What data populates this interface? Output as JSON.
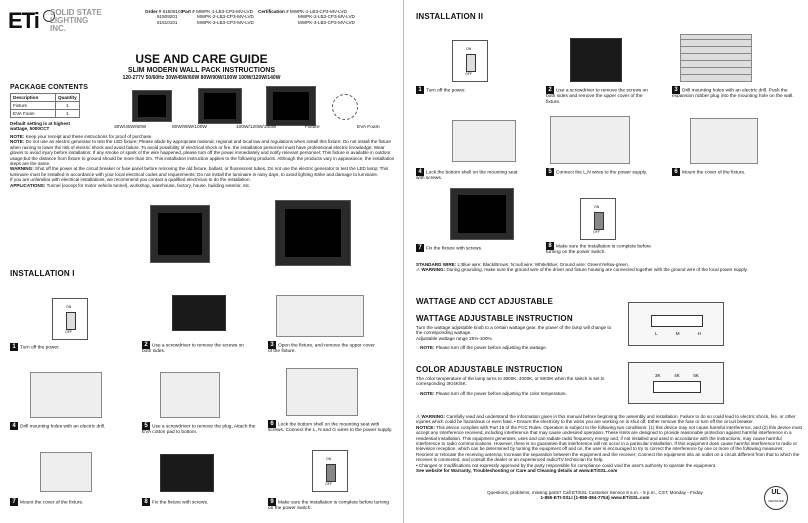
{
  "brand": {
    "logo": "ETi",
    "name_line1": "SOLID STATE",
    "name_line2": "LIGHTING",
    "name_line3": "INC."
  },
  "order": {
    "order_label": "Order #",
    "orders": [
      "61509101",
      "61509201",
      "61510101"
    ],
    "part_label": "Part #",
    "parts": [
      "MWPK-1-LB3-CP3-MV-LVD",
      "MWPK-2-LB3-CP3-MV-LVD",
      "MWPK-3-LB3-CP3-MV-LVD"
    ],
    "cert_label": "Certification #",
    "certs": [
      "MWPK-1-LB3-CP3-MV-LVD",
      "MWPK-2-LB3-CP3-MV-LVD",
      "MWPK-3-LB3-CP3-MV-LVD"
    ]
  },
  "title": {
    "main": "USE AND CARE GUIDE",
    "sub": "SLIM MODERN WALL PACK INSTRUCTIONS",
    "spec": "120-277V 50/60Hz 30W/45W/60W 80W/90W/100W 100W/120W/140W"
  },
  "package": {
    "heading": "PACKAGE CONTENTS",
    "col_desc": "Description",
    "col_qty": "Quantity",
    "rows": [
      {
        "desc": "Fixture",
        "qty": "1"
      },
      {
        "desc": "EVA Foam",
        "qty": "1"
      }
    ],
    "default": "Default setting is at highest wattage, 5000CCT",
    "captions": [
      "30W/45W/60W",
      "80W/90W/100W",
      "100W/120W/140W",
      "Fixture",
      "EVA Foam"
    ]
  },
  "notes": {
    "n1_label": "NOTE:",
    "n1": "Keep your receipt and these instructions for proof of purchase.",
    "n2_label": "NOTE:",
    "n2": "Do not use an electric generator to test the LED fixture; Please abide by appropriate national, regional and local law and regulations when install this fixture; Do not install the fixture when raining to lower the risk of electric shock and avoid failure. To avoid possibility of electrical shock or fire, the installation personnel must have professional electric knowledge; Wear gloves to avoid injury before installation; If any smoke or spark of the wire happened, please turn off the power immediately and notify relevant personnel; This fixture is available in outdoor usage;but the distance from fixture to ground should be more than 2m. This installation instruction applies to the following products. Although the products vary in appearance, the installation steps are the same.",
    "warn_label": "WARNING:",
    "warn": "Shut off the power at the circuit breaker or fuse panel before removing the old fixture, ballast, or fluorescent tubes. Do not use the electric generator to test the LED lamp; This luminaire must be installed in accordance with your local electrical codes and requirements; Do not install the luminaire in rainy days, to avoid lighting strike and damage to luminaire.",
    "elec": "If you are unfamiliar with electrical installations, we recommend you contact a qualified electrician to do the installation.",
    "app_label": "APPLICATIONS:",
    "app": "Tunnel (except for motor vehicle tunnel), workshop, warehouse, factory, house, building exterior, etc."
  },
  "install1": {
    "heading": "INSTALLATION I",
    "steps": [
      {
        "n": "1",
        "text": "Turn off the power."
      },
      {
        "n": "2",
        "text": "Use a screwdriver to remove the screws on both sides."
      },
      {
        "n": "3",
        "text": "Open the fixture, and remove the upper cover of the fixture."
      },
      {
        "n": "4",
        "text": "Drill mounting holes with an electric drill."
      },
      {
        "n": "5",
        "text": "Use a screwdriver to remove the plug, Attach the EVA cotton pad to bottom."
      },
      {
        "n": "6",
        "text": "Lock the bottom shell on the mounting seat with screws, Connect the L, N and G wires to the power supply."
      },
      {
        "n": "7",
        "text": "Mount the cover of the fixture."
      },
      {
        "n": "8",
        "text": "Fix the fixture with screws."
      },
      {
        "n": "9",
        "text": "Make sure the installation is complete before turning on the power switch."
      }
    ],
    "switch_on": "ON",
    "switch_off": "OFF"
  },
  "install2": {
    "heading": "INSTALLATION II",
    "steps": [
      {
        "n": "1",
        "text": "Turn off the power."
      },
      {
        "n": "2",
        "text": "Use a screwdriver to remove the screws on both sides and remove the upper cover of the fixture."
      },
      {
        "n": "3",
        "text": "Drill mounting holes with an electric drill. Push the expansion rubber plug into the mounting hole on the wall."
      },
      {
        "n": "4",
        "text": "Lock the bottom shell on the mounting seat with screws."
      },
      {
        "n": "5",
        "text": "Connect the L,N wires to the power supply."
      },
      {
        "n": "6",
        "text": "Mount the cover of the fixture."
      },
      {
        "n": "7",
        "text": "Fix the fixture with screws."
      },
      {
        "n": "8",
        "text": "Make sure the installation is complete before turning on the power switch."
      }
    ],
    "wiring_label": "STANDARD WIRE:",
    "wiring": "L:Blue wire: Black/Brown; N:null wire: White/Blue; Ground wire: Green/Yellow-green.",
    "warn_label": "WARNING:",
    "warn": "During grounding, make sure the ground wire of the driver and fixture housing are connected together with the ground wire of the local power supply."
  },
  "adjust": {
    "heading": "WATTAGE AND CCT ADJUSTABLE",
    "w_heading": "WATTAGE ADJUSTABLE INSTRUCTION",
    "w_text": "Turn the wattage adjustable knob to a certain wattage gear, the power of the lamp will change to the corresponding wattage.",
    "w_range": "Adjustable wattage range 25%-100%.",
    "w_note_label": "NOTE:",
    "w_note": "Please turn off the power before adjusting the wattage.",
    "w_labels": [
      "L",
      "M",
      "H"
    ],
    "c_heading": "COLOR ADJUSTABLE INSTRUCTION",
    "c_text": "The color temperature of the lamp turns to 3000K, 4000K, or 5000K when the switch is set to corresponding 3K/4K/5K.",
    "c_note_label": "NOTE:",
    "c_note": "Please turn off the power before adjusting the color temperature.",
    "c_labels": [
      "3K",
      "4K",
      "5K"
    ]
  },
  "footer": {
    "warn_label": "WARNING:",
    "warn": "Carefully read and understand the information given in this manual before beginning the assembly and installation. Failure to do so could lead to electric shock, fire, or other injuries which could be hazardous or even fatal. • Ensure the electricity to the wires you are working on is shut off. Either remove the fuse or turn off the circuit breaker.",
    "notice_label": "NOTICE:",
    "notice": "This device complies with Part 15 of the FCC Rules. Operation is subject to the following two conditions: (1) this device may not cause harmful interference, and (2) this device must accept any interference received, including interference that may cause undesired operation. These limits are designed to provide reasonable protection against harmful interference in a residential installation. This equipment generates, uses and can radiate radio frequency energy and, if not installed and used in accordance with the instructions, may cause harmful interference to radio communications. However, there is no guarantee that interference will not occur in a particular installation. If this equipment does cause harmful interference to radio or television reception, which can be determined by turning the equipment off and on, the user is encouraged to try to correct the interference by one or more of the following measures: Reorient or relocate the receiving antenna; Increase the separation between the equipment and the receiver; Connect the equipment into an outlet on a circuit different from that to which the receiver is connected, and consult the dealer or an experienced radio/TV technician for help.",
    "changes": "• Changes or modifications not expressly approved by the party responsible for compliance could void the user's authority to operate the equipment.",
    "warranty": "See website for Warranty, Troubleshooting or Care and Cleaning details at www.ETiSSL.com",
    "questions": "Questions, problems, missing parts? Call ETiSSL Customer Service 8 a.m. - 5 p.m., CST, Monday - Friday",
    "phone": "1-855-ETI-SSLI (1-855-384-7754) www.ETiSSL.com",
    "ul": "UL",
    "cert": "CERTIFIED"
  }
}
